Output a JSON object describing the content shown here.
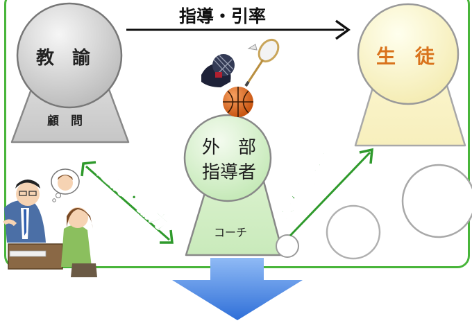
{
  "top_arrow": {
    "label": "指導・引率"
  },
  "teacher": {
    "title": "教　諭",
    "role": "顧　問"
  },
  "student": {
    "title": "生　徒"
  },
  "coach": {
    "title_line1": "外　部",
    "title_line2": "指導者",
    "role": "コーチ"
  },
  "left_link": {
    "label": "連携・協力"
  },
  "right_link": {
    "label": "技術的指導"
  },
  "colors": {
    "frame_green": "#48b53a",
    "arrow_green": "#2f9a2c",
    "student_text": "#d9731c",
    "down_arrow": "#3b78dc"
  },
  "icons": [
    "kendo-helmet-icon",
    "badminton-racket-icon",
    "basketball-icon",
    "meeting-people-illustration",
    "down-arrow-icon"
  ]
}
